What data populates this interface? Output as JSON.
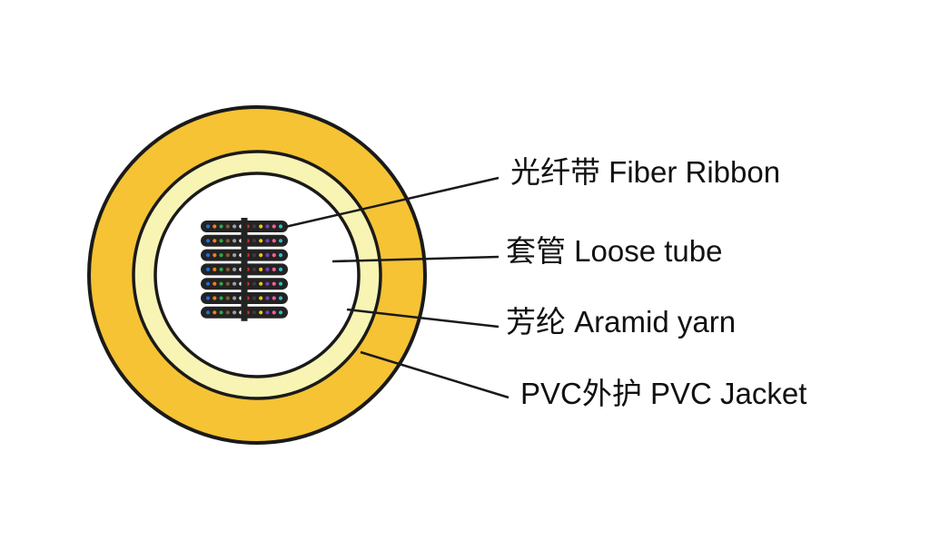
{
  "diagram": {
    "type": "cable-cross-section",
    "labels": [
      {
        "zh": "光纤带",
        "en": "Fiber Ribbon",
        "text": "光纤带  Fiber Ribbon"
      },
      {
        "zh": "套管",
        "en": "Loose tube",
        "text": "套管  Loose tube"
      },
      {
        "zh": "芳纶",
        "en": "Aramid yarn",
        "text": "芳纶  Aramid yarn"
      },
      {
        "zh": "PVC外护",
        "en": "PVC Jacket",
        "text": "PVC外护  PVC Jacket"
      }
    ],
    "colors": {
      "jacket": "#F5C334",
      "aramid": "#F8F4B4",
      "tube": "#FFFFFF",
      "outline": "#1A1A1A",
      "ribbon_bar": "#232323",
      "text": "#111111"
    },
    "ribbon": {
      "rows": 7,
      "bar_color": "#232323",
      "fiber_colors": [
        "#1F6FD6",
        "#F07F1A",
        "#2EA64A",
        "#8A5A2B",
        "#9AA0A6",
        "#F2F2F2",
        "#D93025",
        "#3C3C3C",
        "#F2C411",
        "#7A3FBF",
        "#F06292",
        "#27C0C9"
      ]
    }
  }
}
